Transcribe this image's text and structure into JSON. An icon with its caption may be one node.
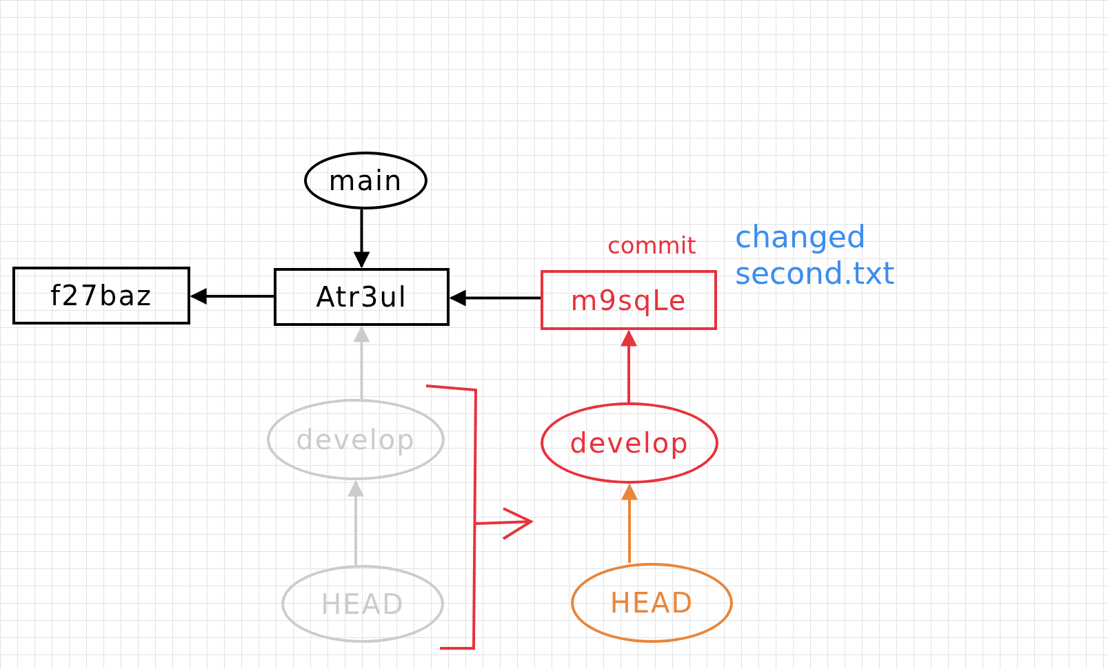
{
  "diagram": {
    "nodes": [
      {
        "text": [
          "f27baz"
        ]
      },
      {
        "text": [
          "Atr3ul"
        ]
      },
      {
        "text": [
          "m9sqLe"
        ],
        "beside": [
          "commit"
        ]
      },
      {
        "text": [
          "main"
        ]
      },
      {
        "text": [
          "develop"
        ]
      },
      {
        "text": [
          "HEAD"
        ]
      },
      {
        "text": [
          "develop"
        ]
      },
      {
        "text": [
          "HEAD"
        ]
      }
    ],
    "edges": [
      {
        "from": 1,
        "to": 0,
        "arrow": "to"
      },
      {
        "from": 2,
        "to": 1,
        "arrow": "to"
      },
      {
        "from": 3,
        "to": 1,
        "arrow": "to"
      },
      {
        "from": 4,
        "to": 1,
        "arrow": "to",
        "color": "#cccccc"
      },
      {
        "from": 5,
        "to": 4,
        "arrow": "to",
        "color": "#cccccc"
      },
      {
        "from": 6,
        "to": 2,
        "arrow": "to",
        "color": "#e8323c"
      },
      {
        "from": 7,
        "to": 6,
        "arrow": "to",
        "color": "#e8863a"
      }
    ],
    "labels": [
      "changed second.txt"
    ]
  }
}
